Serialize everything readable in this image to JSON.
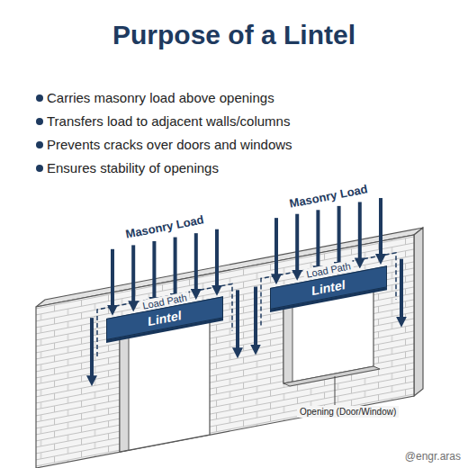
{
  "diagram": {
    "title": "Purpose of a Lintel",
    "nodes": [
      {
        "text": [
          "Lintel"
        ]
      },
      {
        "text": [
          "Lintel"
        ]
      }
    ],
    "labels": [
      "Carries masonry load above openings",
      "Transfers load to adjacent walls/columns",
      "Prevents cracks over doors and windows",
      "Ensures stability of openings",
      "Masonry Load",
      "Load Path",
      "Masonry Load",
      "Load Path",
      "Opening (Door/Window)",
      "@engr.aras"
    ]
  }
}
